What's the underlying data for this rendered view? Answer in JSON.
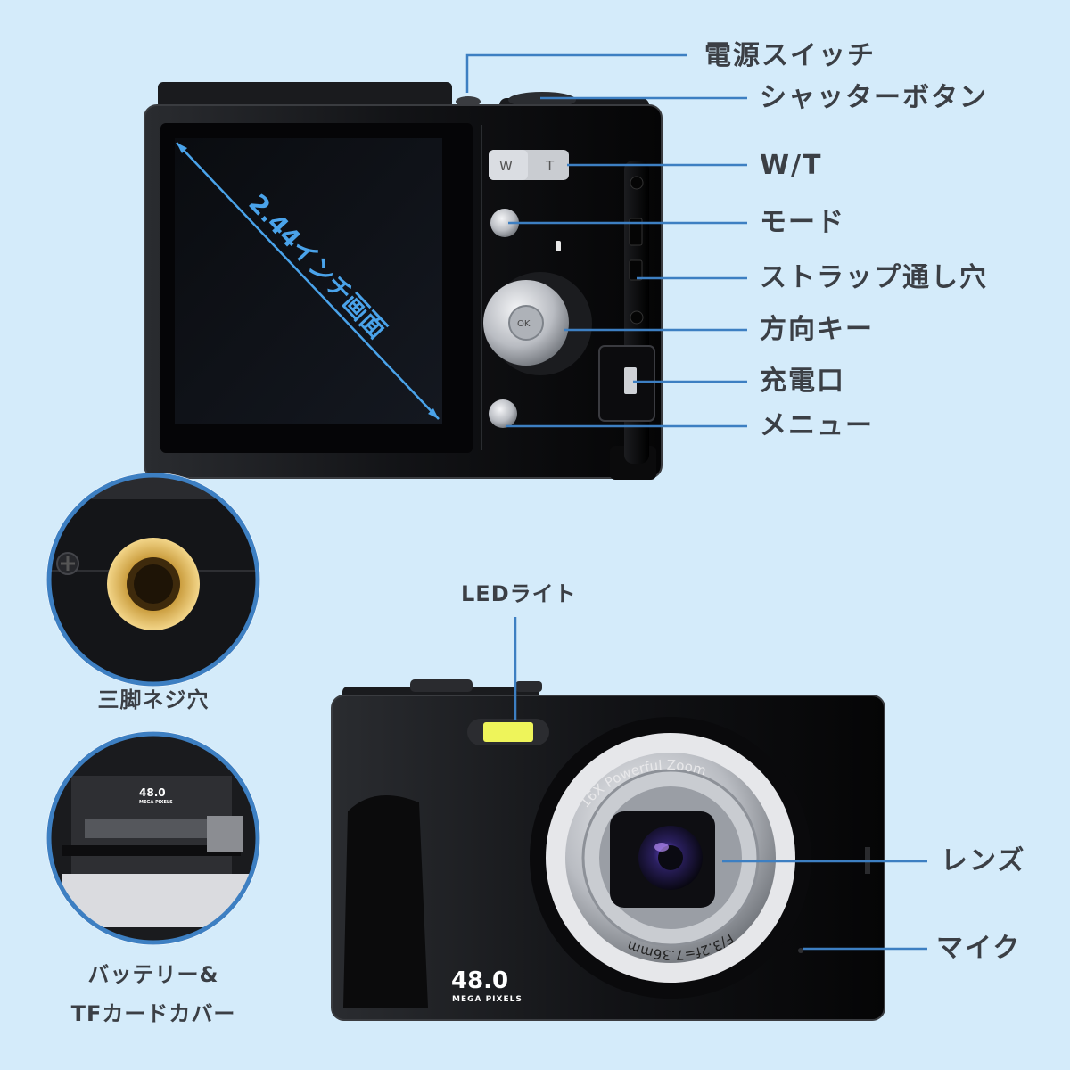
{
  "callouts": {
    "power_switch": "電源スイッチ",
    "shutter_button": "シャッターボタン",
    "wt": "W/T",
    "mode": "モード",
    "strap_hole": "ストラップ通し穴",
    "direction_key": "方向キー",
    "charging_port": "充電口",
    "menu": "メニュー",
    "led_light": "LEDライト",
    "lens": "レンズ",
    "mic": "マイク",
    "tripod_thread": "三脚ネジ穴",
    "battery_cover_line1": "バッテリー&",
    "battery_cover_line2": "TFカードカバー"
  },
  "screen": {
    "size_label": "2.44インチ画面"
  },
  "buttons": {
    "w": "W",
    "t": "T",
    "ok": "OK"
  },
  "lens_ring": {
    "top_text": "16X Powerful Zoom",
    "bottom_text": "F/3.2f=7.36mm"
  },
  "badge": {
    "megapixels": "48.0",
    "unit": "MEGA PIXELS"
  },
  "colors": {
    "background": "#d4ebfa",
    "callout_line": "#3d7fc2",
    "label_text": "#3b3f45",
    "screen_accent": "#4aa3ea",
    "led_yellow": "#eef45a",
    "camera_body": "#111214"
  }
}
